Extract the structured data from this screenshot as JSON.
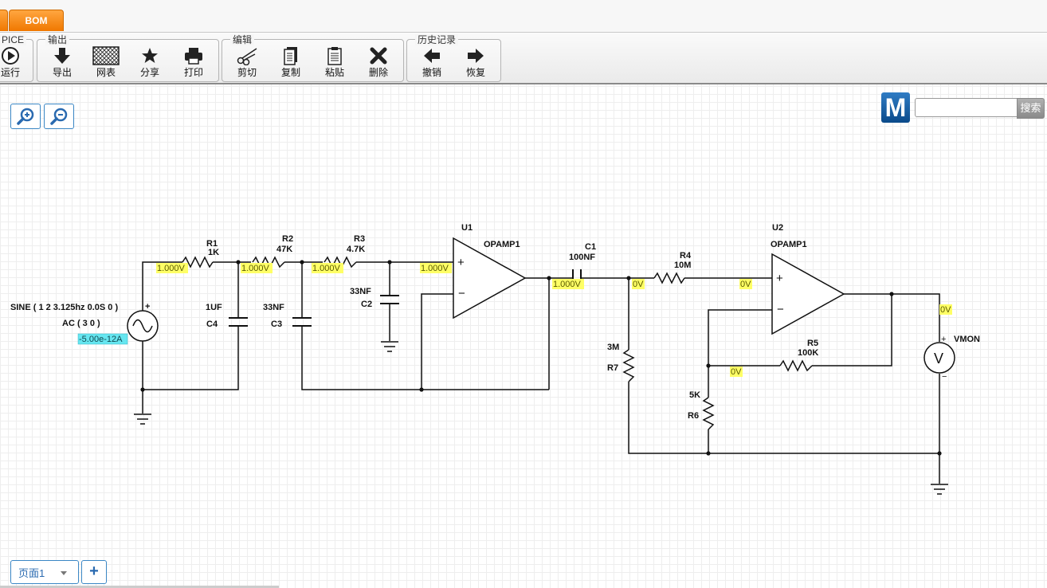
{
  "tabs": [
    {
      "label": ""
    },
    {
      "label": "BOM"
    }
  ],
  "toolbar": {
    "groups": [
      {
        "title": "PICE",
        "buttons": [
          {
            "label": "运行",
            "icon": "run-icon"
          }
        ]
      },
      {
        "title": "输出",
        "buttons": [
          {
            "label": "导出",
            "icon": "export-icon"
          },
          {
            "label": "网表",
            "icon": "netlist-icon"
          },
          {
            "label": "分享",
            "icon": "share-star-icon"
          },
          {
            "label": "打印",
            "icon": "print-icon"
          }
        ]
      },
      {
        "title": "编辑",
        "buttons": [
          {
            "label": "剪切",
            "icon": "cut-icon"
          },
          {
            "label": "复制",
            "icon": "copy-icon"
          },
          {
            "label": "粘贴",
            "icon": "paste-icon"
          },
          {
            "label": "删除",
            "icon": "delete-icon"
          }
        ]
      },
      {
        "title": "历史记录",
        "buttons": [
          {
            "label": "撤销",
            "icon": "undo-arrow-icon"
          },
          {
            "label": "恢复",
            "icon": "redo-arrow-icon"
          }
        ]
      }
    ]
  },
  "search": {
    "logo": "M",
    "button_label": "搜索",
    "value": ""
  },
  "pages": {
    "tab_label": "页面1",
    "add_label": "+"
  },
  "schematic": {
    "source": {
      "line1": "SINE ( 1 2 3.125hz 0.0S 0 )",
      "line2": "AC ( 3 0 )",
      "current": "-5.00e-12A",
      "plus": "+"
    },
    "components": {
      "R1": {
        "name": "R1",
        "value": "1K"
      },
      "R2": {
        "name": "R2",
        "value": "47K"
      },
      "R3": {
        "name": "R3",
        "value": "4.7K"
      },
      "C4": {
        "name": "C4",
        "value": "1UF"
      },
      "C3": {
        "name": "C3",
        "value": "33NF"
      },
      "C2": {
        "name": "C2",
        "value": "33NF"
      },
      "U1": {
        "name": "U1",
        "value": "OPAMP1"
      },
      "C1": {
        "name": "C1",
        "value": "100NF"
      },
      "R4": {
        "name": "R4",
        "value": "10M"
      },
      "U2": {
        "name": "U2",
        "value": "OPAMP1"
      },
      "R5": {
        "name": "R5",
        "value": "100K"
      },
      "R7": {
        "name": "R7",
        "value": "3M"
      },
      "R6": {
        "name": "R6",
        "value": "5K"
      },
      "VMON": {
        "name": "VMON",
        "symbol": "V",
        "plus": "+",
        "minus": "−"
      }
    },
    "probes": {
      "p1": "1.000V",
      "p2": "1.000V",
      "p3": "1.000V",
      "p4": "1.000V",
      "p5": "1.000V",
      "p6": "0V",
      "p7": "0V",
      "p8": "0V",
      "p9": "0V"
    },
    "opamp_signs": {
      "plus": "+",
      "minus": "−"
    }
  },
  "colors": {
    "accent": "#f08000",
    "link": "#2a6ab0",
    "probe_bg": "#ffff66",
    "current_bg": "#66e6f0"
  }
}
